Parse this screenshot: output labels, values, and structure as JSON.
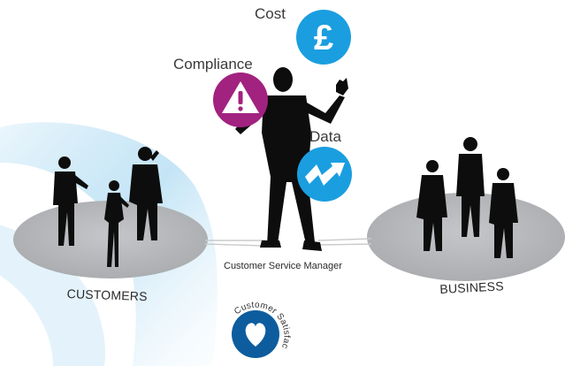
{
  "labels": {
    "cost": "Cost",
    "compliance": "Compliance",
    "data": "Data",
    "customers": "CUSTOMERS",
    "business": "BUSINESS",
    "manager": "Customer Service Manager",
    "satisfaction": "Customer Satisfaction"
  },
  "icons": {
    "cost": {
      "name": "pound-icon",
      "color": "#1a9ee0",
      "glyph": "£"
    },
    "compliance": {
      "name": "warning-icon",
      "color": "#a2227f"
    },
    "data": {
      "name": "lightning-icon",
      "color": "#1a9ee0"
    },
    "satisfaction": {
      "name": "heart-icon",
      "color": "#0d5c9e"
    }
  },
  "colors": {
    "platform": "#b5b7ba",
    "silhouette": "#0d0d0d",
    "swirl_light": "#cfe9f6",
    "swirl_mid": "#7fc4ea"
  }
}
